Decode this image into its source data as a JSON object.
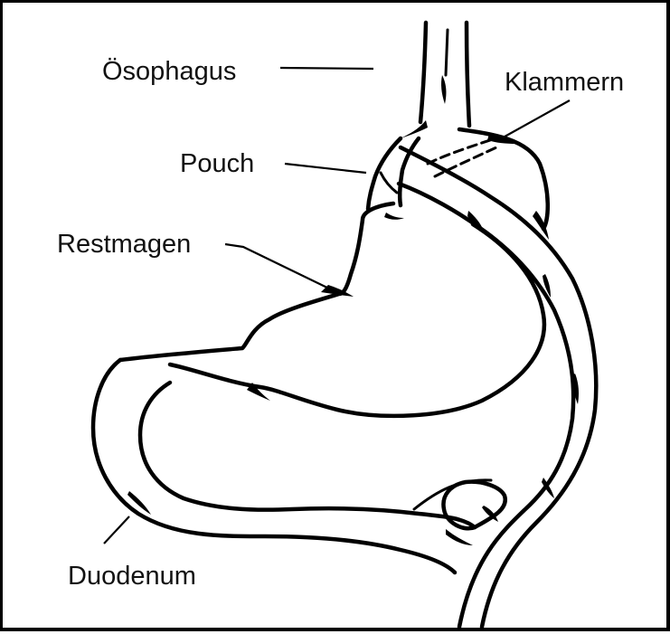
{
  "figure": {
    "labels": {
      "esophagus": "Ösophagus",
      "staples": "Klammern",
      "pouch": "Pouch",
      "remnant_stomach": "Restmagen",
      "duodenum": "Duodenum"
    },
    "line_color": "#000000",
    "background": "#ffffff"
  }
}
